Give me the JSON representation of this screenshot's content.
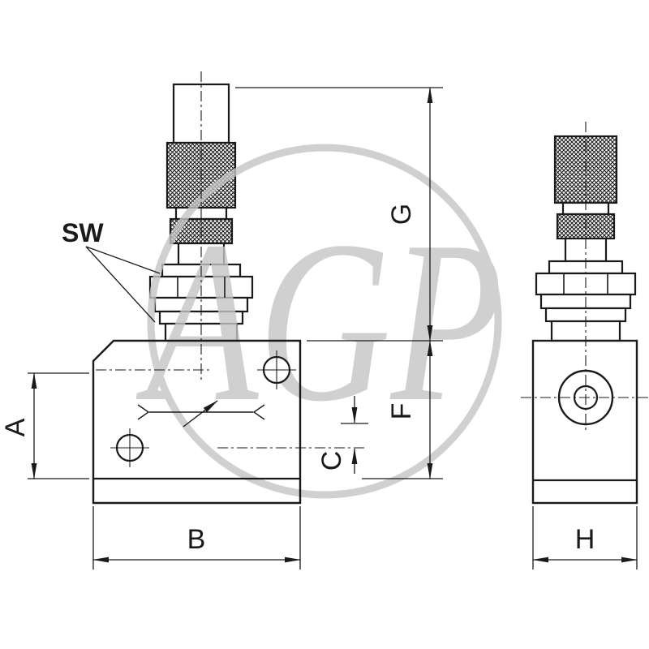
{
  "watermark": {
    "text": "AGP"
  },
  "dimension_labels": {
    "sw": "SW",
    "a": "A",
    "b": "B",
    "c": "C",
    "f": "F",
    "g": "G",
    "h": "H"
  },
  "colors": {
    "line": "#1a1a1a",
    "watermark": "#c5c5c5",
    "background": "#ffffff"
  }
}
